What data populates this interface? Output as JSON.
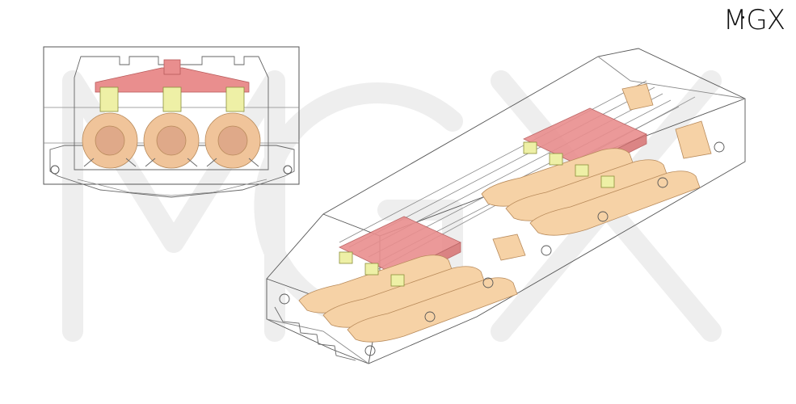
{
  "logo": {
    "text": "MGX"
  },
  "watermark": {
    "text": "MGX",
    "color": "#e9e9e9"
  },
  "colors": {
    "line": "#555555",
    "faint_line": "#9a9a9a",
    "bomb": "#f6d2a6",
    "bomb_edge": "#b88a5a",
    "end_cap": "#dfa989",
    "rack": "#e98e8e",
    "rack_edge": "#b75a5a",
    "clamp": "#eef0a6",
    "clamp_edge": "#8a8f3a",
    "background": "#ffffff"
  },
  "views": [
    {
      "name": "front-section-view",
      "bomb_count": 3
    },
    {
      "name": "isometric-bay-view",
      "bomb_count": 6,
      "clamp_count": 7
    }
  ]
}
